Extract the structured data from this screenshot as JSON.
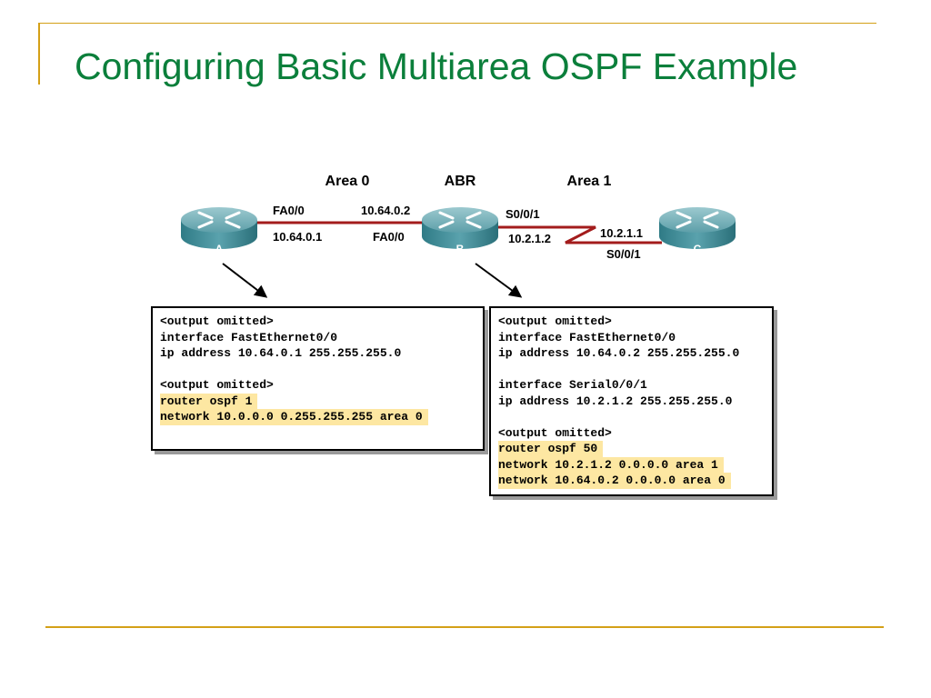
{
  "slide": {
    "title": "Configuring Basic Multiarea OSPF Example"
  },
  "colors": {
    "accent_line": "#d4a017",
    "title": "#0b7f3b",
    "link": "#a31c1c",
    "highlight": "#fde7a2"
  },
  "diagram": {
    "area0_label": "Area 0",
    "abr_label": "ABR",
    "area1_label": "Area 1",
    "routers": {
      "a": "A",
      "b": "B",
      "c": "C"
    },
    "interfaces": {
      "a_if": "FA0/0",
      "a_ip": "10.64.0.1",
      "b_fa_ip": "10.64.0.2",
      "b_fa_if": "FA0/0",
      "b_s_if": "S0/0/1",
      "b_s_ip": "10.2.1.2",
      "c_s_ip": "10.2.1.1",
      "c_s_if": "S0/0/1"
    }
  },
  "config_a": {
    "lines": [
      {
        "text": "<output omitted>",
        "highlight": false
      },
      {
        "text": "interface FastEthernet0/0",
        "highlight": false
      },
      {
        "text": "ip address 10.64.0.1 255.255.255.0",
        "highlight": false
      },
      {
        "text": "",
        "highlight": false
      },
      {
        "text": "<output omitted>",
        "highlight": false
      },
      {
        "text": "router ospf 1",
        "highlight": true
      },
      {
        "text": "network 10.0.0.0 0.255.255.255 area 0",
        "highlight": true
      }
    ]
  },
  "config_b": {
    "lines": [
      {
        "text": "<output omitted>",
        "highlight": false
      },
      {
        "text": "interface FastEthernet0/0",
        "highlight": false
      },
      {
        "text": "ip address 10.64.0.2 255.255.255.0",
        "highlight": false
      },
      {
        "text": "",
        "highlight": false
      },
      {
        "text": "interface Serial0/0/1",
        "highlight": false
      },
      {
        "text": "ip address 10.2.1.2 255.255.255.0",
        "highlight": false
      },
      {
        "text": "",
        "highlight": false
      },
      {
        "text": "<output omitted>",
        "highlight": false
      },
      {
        "text": "router ospf 50",
        "highlight": true
      },
      {
        "text": "network 10.2.1.2 0.0.0.0 area 1",
        "highlight": true
      },
      {
        "text": "network 10.64.0.2 0.0.0.0 area 0",
        "highlight": true
      }
    ]
  }
}
